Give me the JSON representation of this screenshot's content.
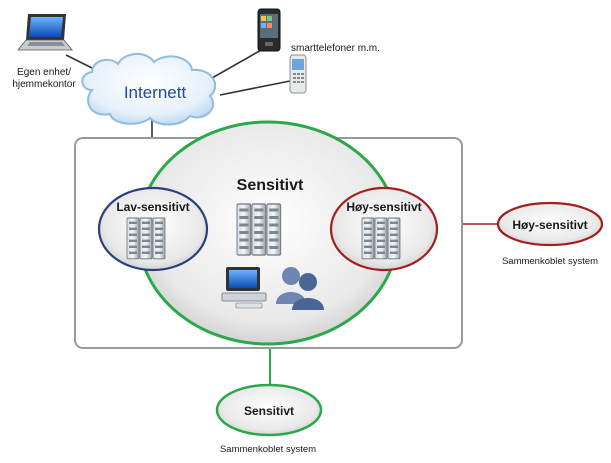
{
  "cloud": {
    "label": "Internett"
  },
  "devices": {
    "own_device_line1": "Egen enhet/",
    "own_device_line2": "hjemmekontor",
    "smartphones": "smarttelefoner m.m."
  },
  "zones": {
    "sensitive": "Sensitivt",
    "low_sensitive": "Lav-sensitivt",
    "high_sensitive": "Høy-sensitivt"
  },
  "external": {
    "high_sensitive_label": "Høy-sensitivt",
    "high_sensitive_caption": "Sammenkoblet system",
    "sensitive_label": "Sensitivt",
    "sensitive_caption": "Sammenkoblet system"
  },
  "colors": {
    "cloud_stroke": "#7fb3d9",
    "internet_text": "#1f4e8c",
    "sensitive_green": "#2aa84a",
    "low_sensitive_blue": "#2b3f7a",
    "high_sensitive_red": "#a02020",
    "zone_frame": "#999999"
  }
}
